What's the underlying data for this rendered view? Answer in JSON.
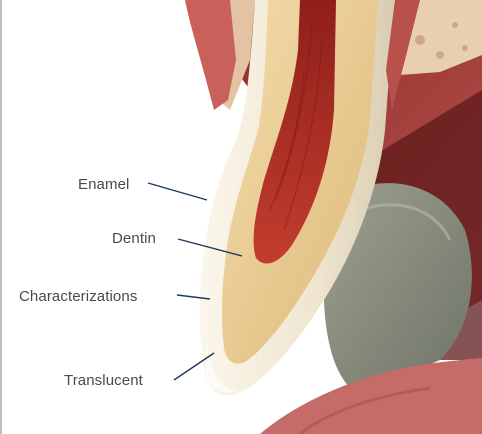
{
  "labels": {
    "enamel": "Enamel",
    "dentin": "Dentin",
    "characterizations": "Characterizations",
    "translucent": "Translucent"
  },
  "colors": {
    "enamel": "#efe7d4",
    "dentin": "#e8cf98",
    "pulp": "#a52d23",
    "gum": "#c9605a",
    "leader_line": "#1f3a5a"
  }
}
